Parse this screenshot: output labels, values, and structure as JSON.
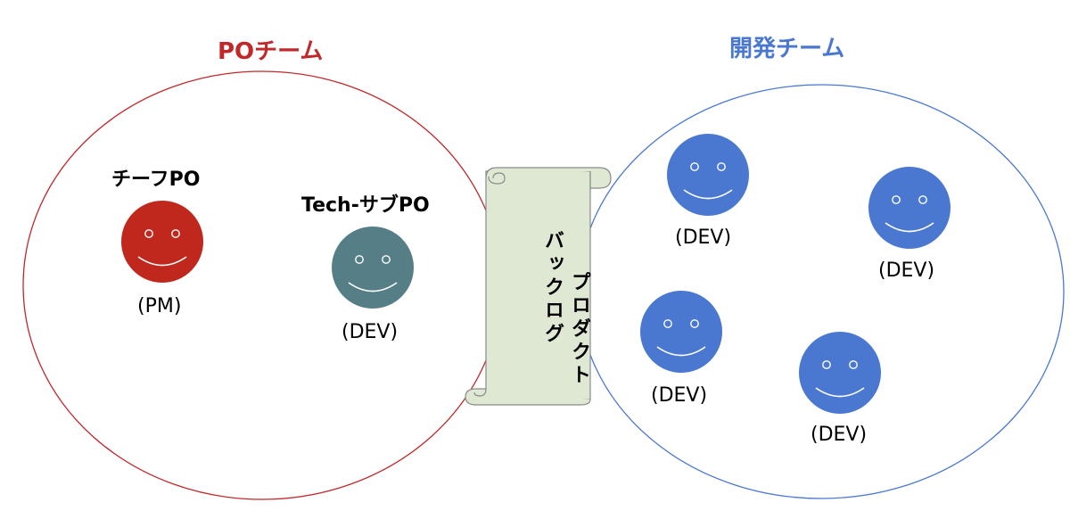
{
  "teams": {
    "po": {
      "title": "POチーム",
      "color": "#c0282a"
    },
    "dev": {
      "title": "開発チーム",
      "color": "#4a78d1"
    }
  },
  "roles": {
    "chief_po": "チーフPO",
    "tech_sub_po": "Tech-サブPO"
  },
  "members": [
    {
      "id": "chief-po",
      "role": "(PM)",
      "color": "#c0281e"
    },
    {
      "id": "tech-sub-po",
      "role": "(DEV)",
      "color": "#557e86"
    },
    {
      "id": "dev-1",
      "role": "(DEV)",
      "color": "#4a78d1"
    },
    {
      "id": "dev-2",
      "role": "(DEV)",
      "color": "#4a78d1"
    },
    {
      "id": "dev-3",
      "role": "(DEV)",
      "color": "#4a78d1"
    },
    {
      "id": "dev-4",
      "role": "(DEV)",
      "color": "#4a78d1"
    }
  ],
  "backlog": {
    "line1": "プロダクト",
    "line2": "バックログ",
    "fill": "#dfe8d3",
    "stroke": "#8a8a8a"
  },
  "icons": {
    "member": "smiley-face-icon",
    "backlog": "scroll-icon"
  }
}
